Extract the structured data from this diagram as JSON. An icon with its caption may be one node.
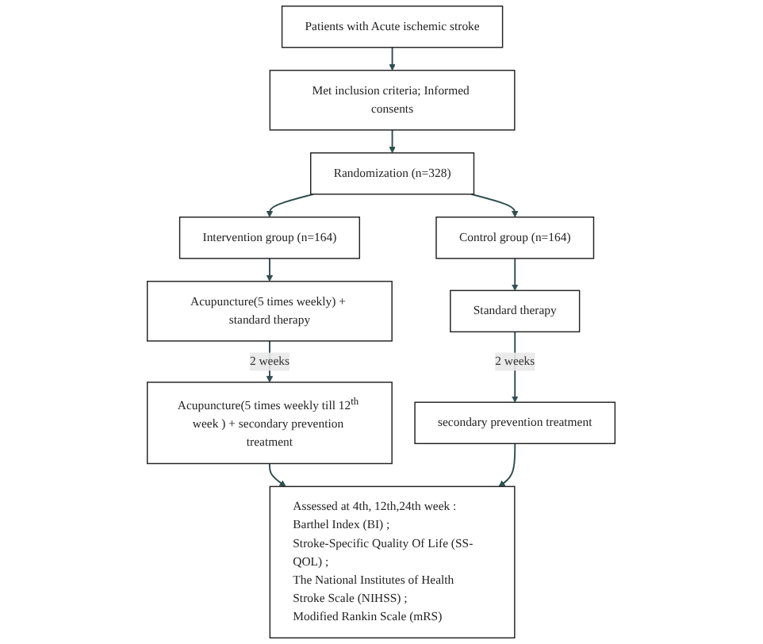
{
  "diagram": {
    "nodes": [
      {
        "text": [
          "Patients with Acute ischemic stroke"
        ]
      },
      {
        "text": [
          "Met inclusion criteria; Informed consents"
        ]
      },
      {
        "text": [
          "Randomization (n=328)"
        ]
      },
      {
        "text": [
          "Intervention group (n=164)"
        ]
      },
      {
        "text": [
          "Control group (n=164)"
        ]
      },
      {
        "text": [
          "Acupuncture(5 times weekly) + standard therapy"
        ]
      },
      {
        "text": [
          "Standard therapy"
        ]
      },
      {
        "text": [
          "Acupuncture(5 times weekly till 12$^{th}$ week ) + secondary prevention treatment"
        ]
      },
      {
        "text": [
          "secondary prevention treatment"
        ]
      },
      {
        "text": [
          "Assessed at 4th, 12th,24th week :",
          "Barthel Index (BI) ;",
          "Stroke-Specific Quality Of Life (SS-QOL) ;",
          "The National Institutes of Health Stroke Scale (NIHSS) ;",
          "Modified Rankin Scale (mRS)"
        ]
      }
    ],
    "edges": [
      {
        "from": 0,
        "to": 1,
        "arrow": "to"
      },
      {
        "from": 1,
        "to": 2,
        "arrow": "to"
      },
      {
        "from": 2,
        "to": 3,
        "arrow": "to"
      },
      {
        "from": 2,
        "to": 4,
        "arrow": "to"
      },
      {
        "from": 3,
        "to": 5,
        "arrow": "to"
      },
      {
        "from": 4,
        "to": 6,
        "arrow": "to"
      },
      {
        "from": 5,
        "to": 7,
        "arrow": "to",
        "label": "2 weeks"
      },
      {
        "from": 6,
        "to": 8,
        "arrow": "to",
        "label": "2 weeks"
      },
      {
        "from": 7,
        "to": 9,
        "arrow": "to"
      },
      {
        "from": 8,
        "to": 9,
        "arrow": "to"
      }
    ]
  }
}
